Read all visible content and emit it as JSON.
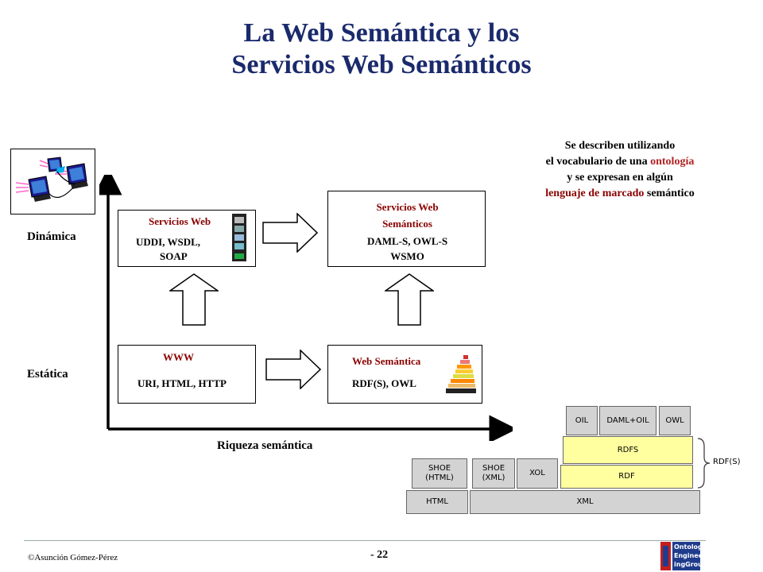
{
  "title": {
    "line1": "La Web Semántica y los",
    "line2": "Servicios Web Semánticos"
  },
  "axes": {
    "y_high": "Dinámica",
    "y_low": "Estática",
    "x_label": "Riqueza semántica"
  },
  "boxes": {
    "servicios_web": {
      "title": "Servicios Web",
      "line1": "UDDI, WSDL,",
      "line2": "SOAP"
    },
    "servicios_web_semanticos": {
      "title1": "Servicios Web",
      "title2": "Semánticos",
      "line1": "DAML-S, OWL-S",
      "line2": "WSMO"
    },
    "www": {
      "title": "WWW",
      "line1": "URI, HTML, HTTP"
    },
    "web_semantica": {
      "title": "Web Semántica",
      "line1": "RDF(S), OWL"
    }
  },
  "note": {
    "line1": "Se describen utilizando",
    "line2a": "el vocabulario de una ",
    "line2b": "ontología",
    "line3": "y se expresan en algún",
    "line4a": "lenguaje de marcado",
    "line4b": "  semántico"
  },
  "stack": {
    "oil": "OIL",
    "daml_oil": "DAML+OIL",
    "owl": "OWL",
    "rdfs": "RDFS",
    "rdf": "RDF",
    "rdfs_brace": "RDF(S)",
    "shoe_html_1": "SHOE",
    "shoe_html_2": "(HTML)",
    "shoe_xml_1": "SHOE",
    "shoe_xml_2": "(XML)",
    "xol": "XOL",
    "html": "HTML",
    "xml": "XML"
  },
  "footer": {
    "copyright": "©Asunción Gómez-Pérez",
    "page": "- 22",
    "logo_1": "Ontology",
    "logo_2": "Engineer",
    "logo_3": "ingGroup"
  },
  "colors": {
    "title": "#1a2a6c",
    "ontologia": "#b22222",
    "lenguaje": "#8b0000",
    "layer_yellow": "#ffffa0",
    "layer_grey": "#d3d3d3"
  }
}
